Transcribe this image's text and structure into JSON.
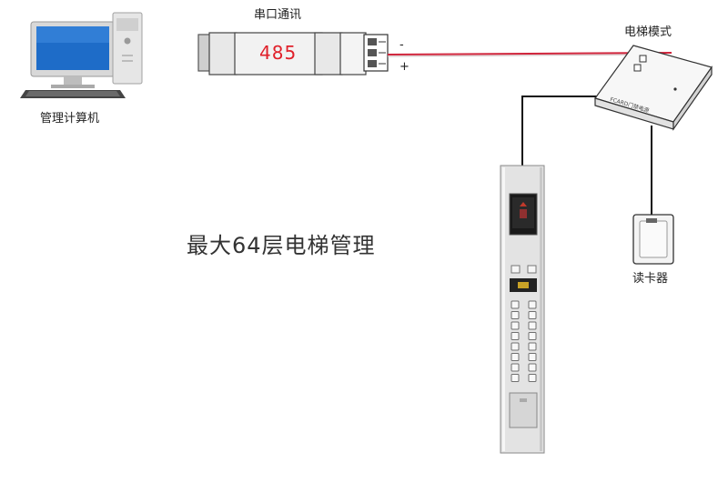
{
  "labels": {
    "pc": "管理计算机",
    "serial": "串口通讯",
    "converter_text": "485",
    "elevator_module": "电梯模式",
    "module_small_text": "FCARD门禁电源",
    "card_reader": "读卡器",
    "title": "最大64层电梯管理",
    "wire_minus": "-",
    "wire_plus": "+"
  },
  "colors": {
    "red_wire": "#d0243b",
    "black_wire": "#111111",
    "converter_text": "#e0202a"
  },
  "panel": {
    "button_columns": 2,
    "buttons_per_column": 8
  }
}
